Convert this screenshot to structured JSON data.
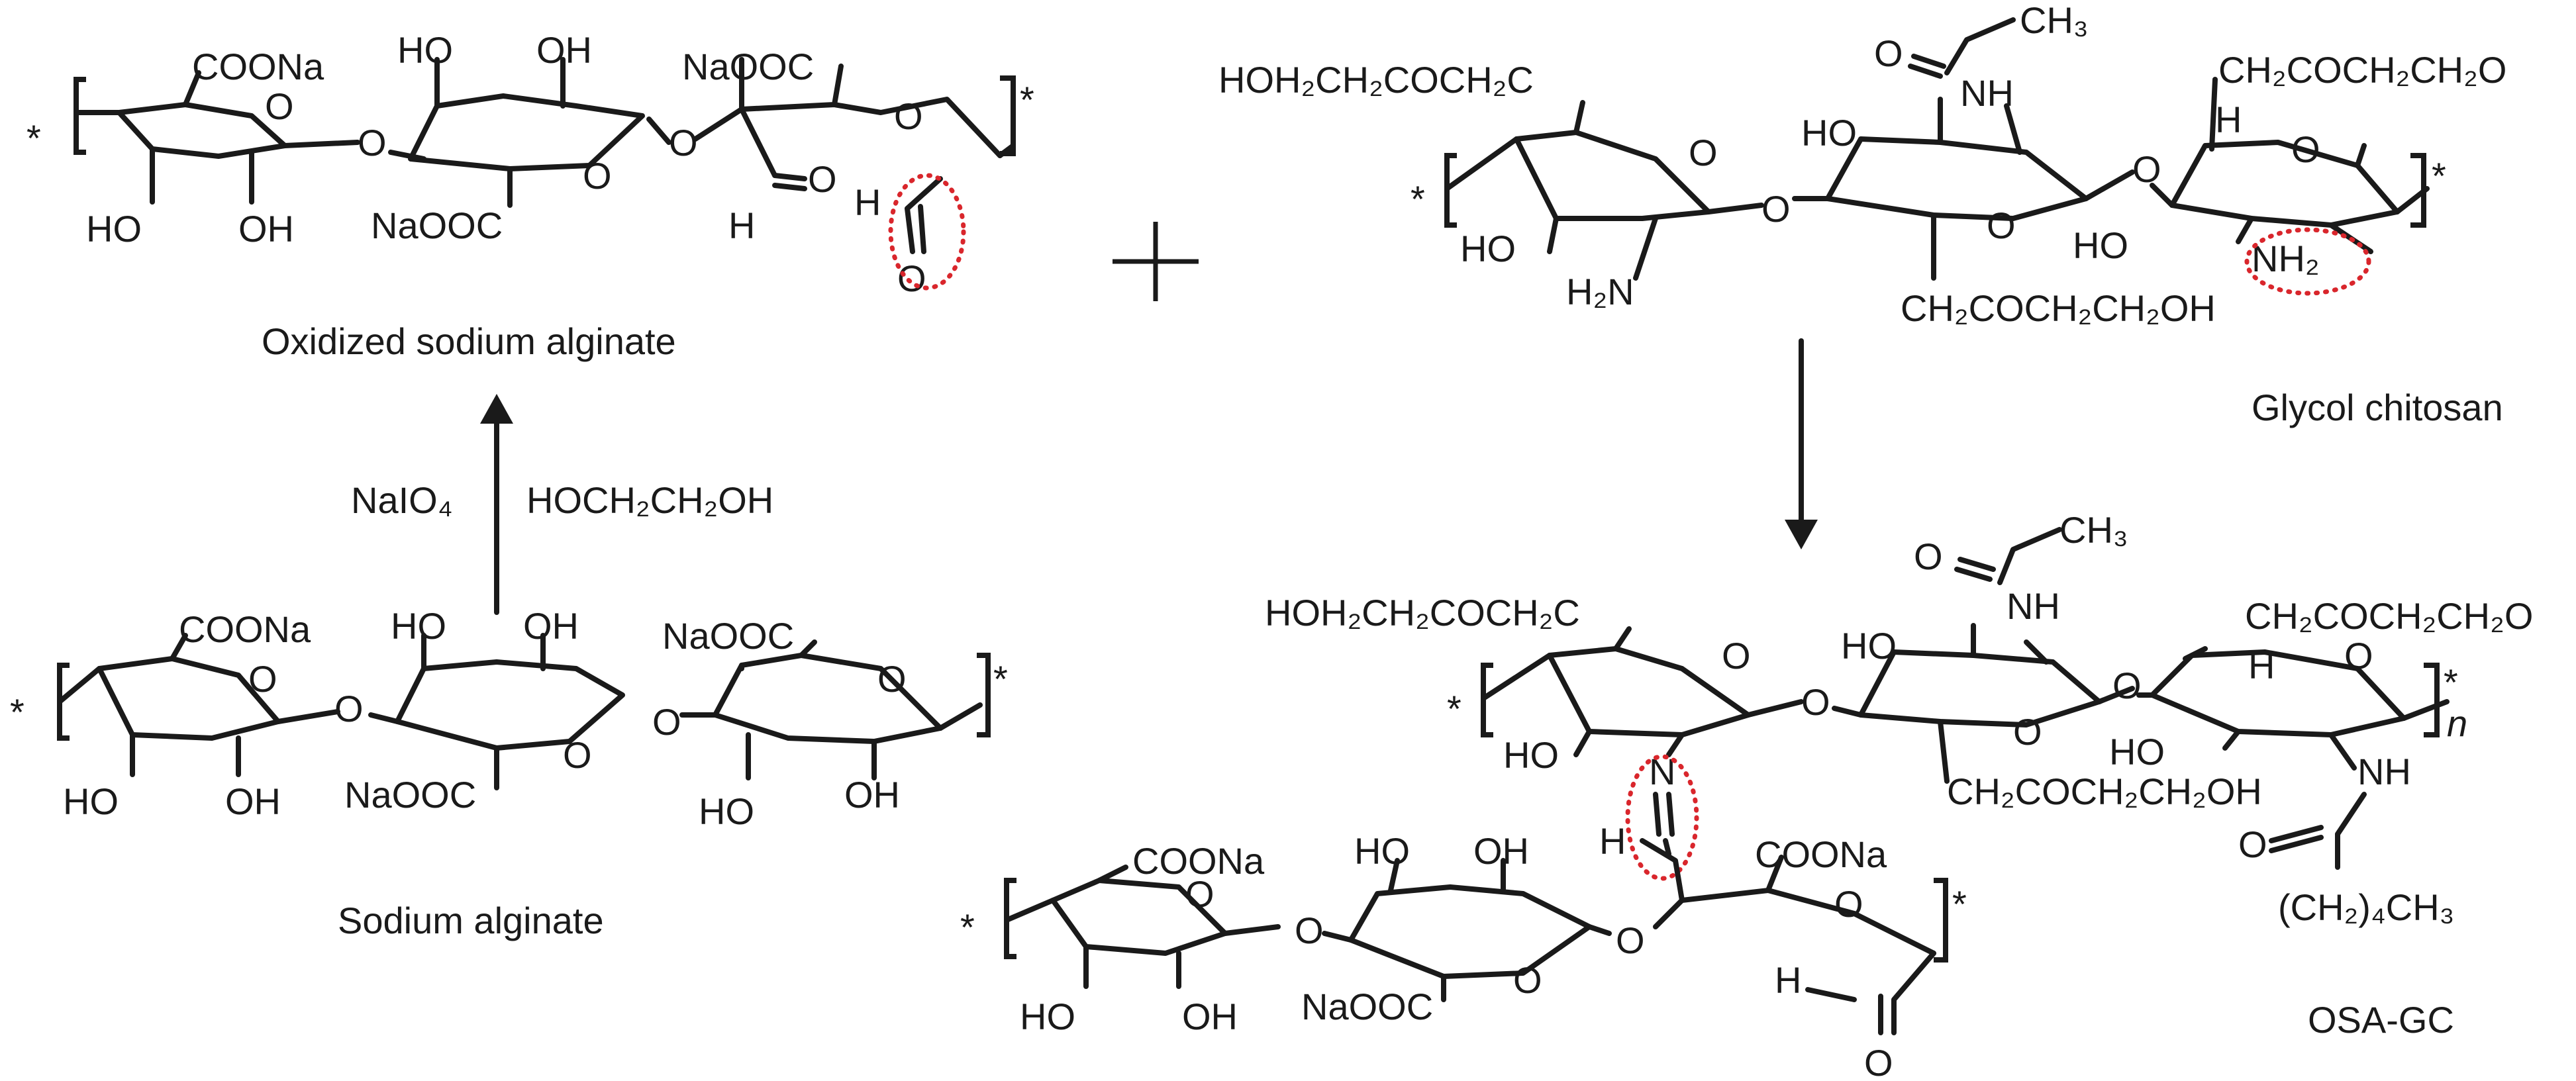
{
  "labels": {
    "osa_name": "Oxidized sodium alginate",
    "sa_name": "Sodium alginate",
    "gc_name": "Glycol chitosan",
    "product_name": "OSA-GC",
    "reagent_1": "NaIO₄",
    "reagent_2": "HOCH₂CH₂OH",
    "plus_sign": "+"
  },
  "groups": {
    "coona": "COONa",
    "naooc": "NaOOC",
    "ho": "HO",
    "oh": "OH",
    "ring_o": "O",
    "link_o": "O",
    "aldehyde_h": "H",
    "aldehyde_o": "O",
    "star": "*",
    "gc_top_left": "HOH₂CH₂COCH₂C",
    "gc_top_right": "CH₂COCH₂CH₂O",
    "gc_bottom": "CH₂COCH₂CH₂OH",
    "acetyl_ch3": "CH₃",
    "nh": "NH",
    "nh2": "NH₂",
    "h2n": "H₂N",
    "h": "H",
    "imine_n": "N",
    "hexanoyl": "(CH₂)₄CH₃",
    "n_sub": "n"
  },
  "colors": {
    "ink": "#1a1a1a",
    "highlight": "#d9262c"
  }
}
